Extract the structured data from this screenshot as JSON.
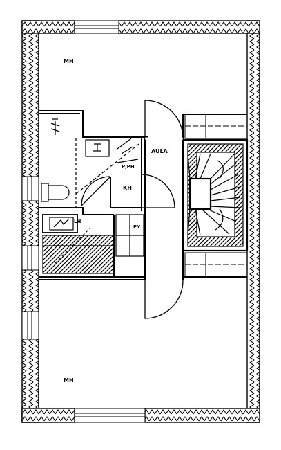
{
  "rooms": {
    "upper": "MH",
    "lower": "MH",
    "hall": "AULA",
    "wc": "KH",
    "utility": "PY",
    "laundry": "LH",
    "shower": "P/PH"
  },
  "colors": {
    "ink": "#000000",
    "paper": "#ffffff"
  }
}
